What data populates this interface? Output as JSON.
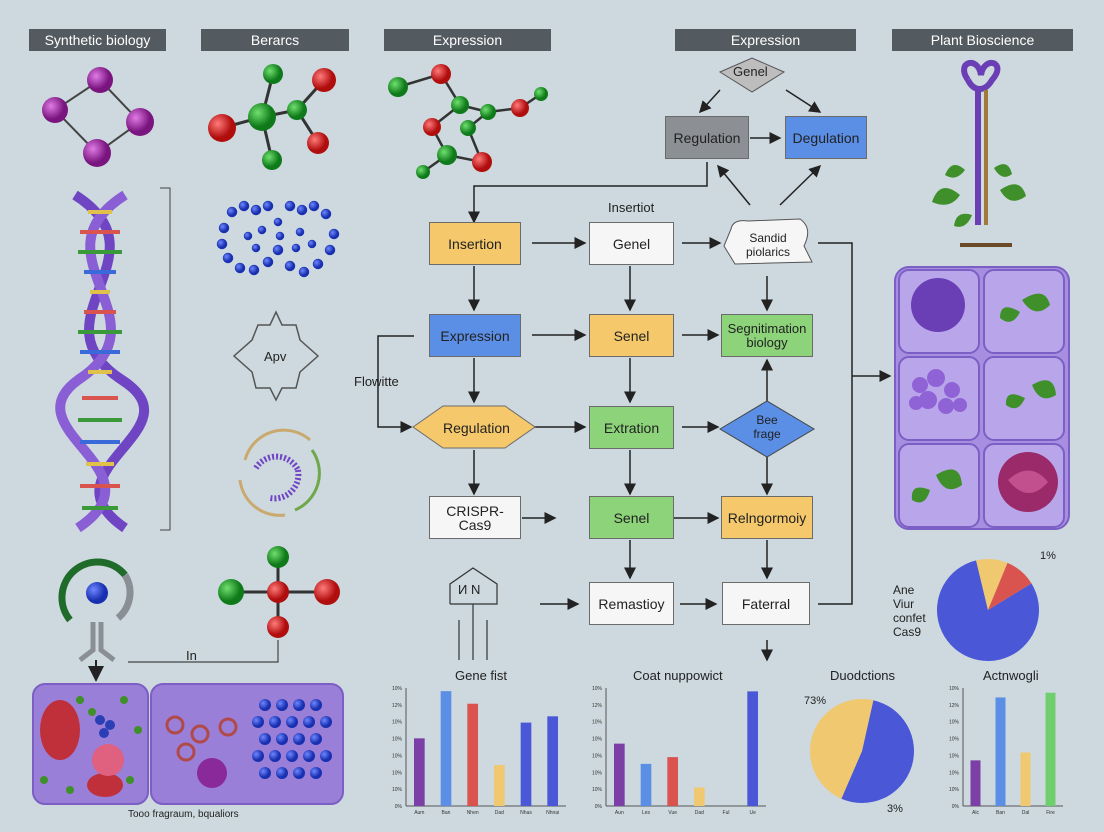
{
  "headers": [
    "Synthetic biology",
    "Berarcs",
    "Expression",
    "Expression",
    "Plant Bioscience"
  ],
  "flow": {
    "gene_top": "Genel",
    "regulation_top": "Regulation",
    "degulation": "Degulation",
    "insertiot": "Insertiot",
    "insertion": "Insertion",
    "genel_mid": "Genel",
    "sandid": "Sandid\npiolarics",
    "expression": "Expression",
    "senel_1": "Senel",
    "segnitimation": "Segnitimation\nbiology",
    "flowitte": "Flowitte",
    "regulation": "Regulation",
    "extration": "Extration",
    "bee": "Bee\nfrage",
    "crispr": "CRISPR-Cas9",
    "senel_2": "Senel",
    "relngormoiy": "Relngormoiy",
    "remastioy": "Remastioy",
    "faterral": "Faterral",
    "nn_symbol": "И N"
  },
  "left": {
    "apv": "Apv",
    "in_label": "In",
    "caption": "Tooo fragraum, bqualiors"
  },
  "pie_right": {
    "percent_label": "1%",
    "legend": [
      "Ane",
      "Viur",
      "confet",
      "Cas9"
    ]
  },
  "colors": {
    "purple": "#7b3fa6",
    "blue": "#4a57d6",
    "red": "#d9534f",
    "yellow": "#f0c870",
    "green": "#6fcf6f",
    "header": "#545b60"
  },
  "chart_data": [
    {
      "type": "bar",
      "title": "Gene fist",
      "values": [
        43,
        73,
        65,
        26,
        53,
        57
      ],
      "colors": [
        "#7b3fa6",
        "#5b8fe6",
        "#d9534f",
        "#f0c870",
        "#4a57d6",
        "#4a57d6"
      ],
      "ylim": [
        0,
        75
      ],
      "yticks": [
        "10%",
        "12%",
        "10%",
        "10%",
        "10%",
        "10%",
        "10%",
        "0%"
      ],
      "xticks": [
        "Aum",
        "Ban",
        "Nhen",
        "Dad",
        "Nhas",
        "Nhnai"
      ]
    },
    {
      "type": "bar",
      "title": "Coat nuppowict",
      "values": [
        37,
        25,
        29,
        11,
        0,
        68
      ],
      "colors": [
        "#7b3fa6",
        "#5b8fe6",
        "#d9534f",
        "#f0c870",
        "#4a57d6",
        "#4a57d6"
      ],
      "ylim": [
        0,
        70
      ],
      "yticks": [
        "10%",
        "12%",
        "10%",
        "10%",
        "10%",
        "10%",
        "10%",
        "0%"
      ],
      "xticks": [
        "Aun",
        "Les",
        "Vue",
        "Dad",
        "Ful",
        "Ue"
      ]
    },
    {
      "type": "pie",
      "title": "Duodctions",
      "labels": [
        "73%",
        "3%"
      ],
      "values": [
        53,
        47
      ],
      "colors": [
        "#4a57d6",
        "#f0c870"
      ]
    },
    {
      "type": "bar",
      "title": "Actnwogli",
      "values": [
        29,
        69,
        34,
        72
      ],
      "colors": [
        "#7b3fa6",
        "#5b8fe6",
        "#f0c870",
        "#6fcf6f"
      ],
      "ylim": [
        0,
        75
      ],
      "yticks": [
        "10%",
        "12%",
        "10%",
        "10%",
        "10%",
        "10%",
        "10%",
        "0%"
      ],
      "xticks": [
        "Alc",
        "Ban",
        "Dal",
        "Fire"
      ]
    },
    {
      "type": "pie",
      "values": [
        80,
        10,
        10
      ],
      "colors": [
        "#4a57d6",
        "#f0c870",
        "#d9534f"
      ]
    }
  ]
}
